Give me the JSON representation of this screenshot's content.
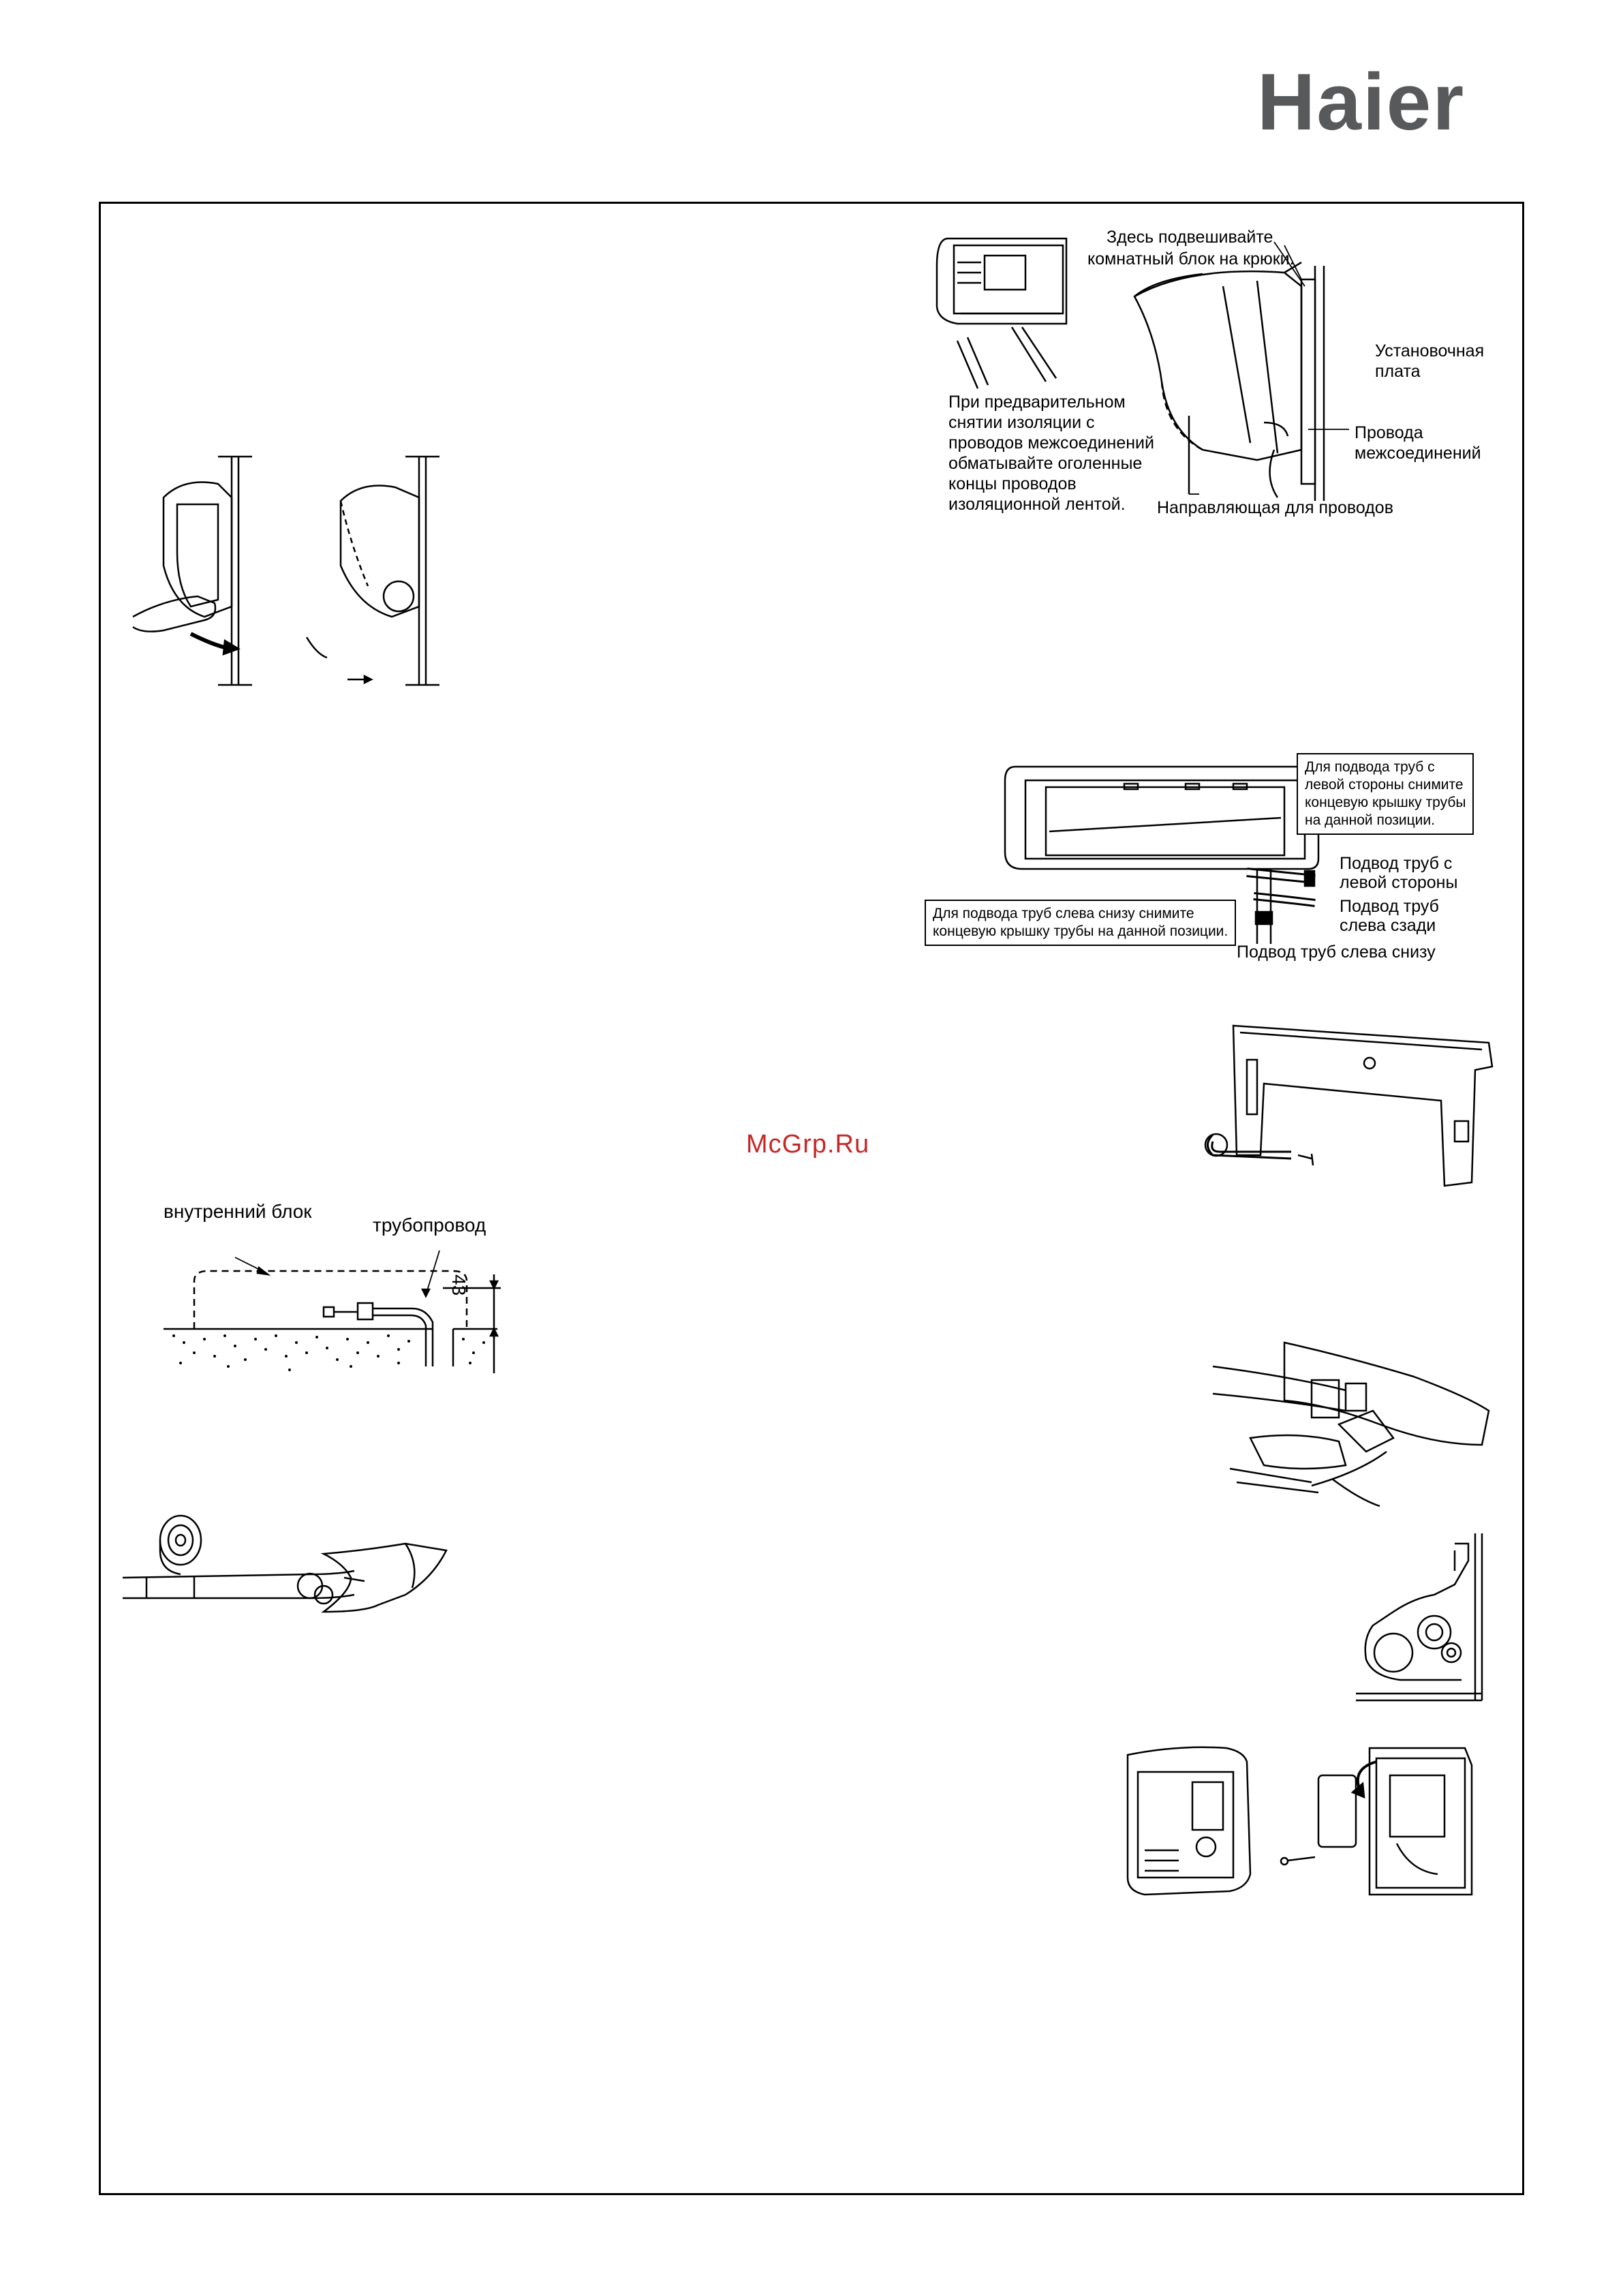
{
  "brand": {
    "name": "Haier"
  },
  "watermark": "McGrp.Ru",
  "figure_hang": {
    "hook_label_line1": "Здесь подвешивайте",
    "hook_label_line2": "комнатный блок на крюки.",
    "plate_label_line1": "Установочная",
    "plate_label_line2": "плата",
    "insulation_label": [
      "При предварительном",
      "снятии изоляции с",
      "проводов межсоединений",
      "обматывайте оголенные",
      "концы проводов",
      "изоляционной лентой."
    ],
    "wires_label_line1": "Провода",
    "wires_label_line2": "межсоединений",
    "guide_label": "Направляющая для проводов"
  },
  "figure_piping": {
    "left_cap_note": [
      "Для подвода труб с",
      "левой стороны снимите",
      "концевую крышку трубы",
      "на данной позиции."
    ],
    "bottom_cap_note": [
      "Для подвода труб слева снизу снимите",
      "концевую крышку трубы на данной позиции."
    ],
    "left_side_label_line1": "Подвод труб с",
    "left_side_label_line2": "левой стороны",
    "left_rear_label_line1": "Подвод труб",
    "left_rear_label_line2": "слева сзади",
    "left_bottom_label": "Подвод труб слева снизу"
  },
  "figure_pipeline": {
    "indoor_unit_label": "внутренний блок",
    "pipeline_label": "трубопровод",
    "dimension": "43"
  }
}
